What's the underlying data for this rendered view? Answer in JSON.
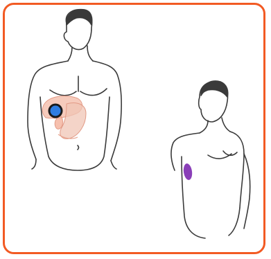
{
  "figures": [
    {
      "id": "front-view",
      "pose": "front",
      "organs": [
        "liver",
        "stomach",
        "gallbladder"
      ],
      "marker": {
        "shape": "circle",
        "color": "#2f7de1",
        "ring_color": "#1b1b1b"
      }
    },
    {
      "id": "side-view",
      "pose": "three-quarter",
      "organs": [
        "spleen"
      ],
      "marker": {
        "shape": "oval",
        "color": "#8a3fb8"
      }
    }
  ],
  "colors": {
    "frame": "#f25a23",
    "line": "#3a3a3a",
    "skin": "#ffffff",
    "organ_tint": "#f3b9a6"
  }
}
